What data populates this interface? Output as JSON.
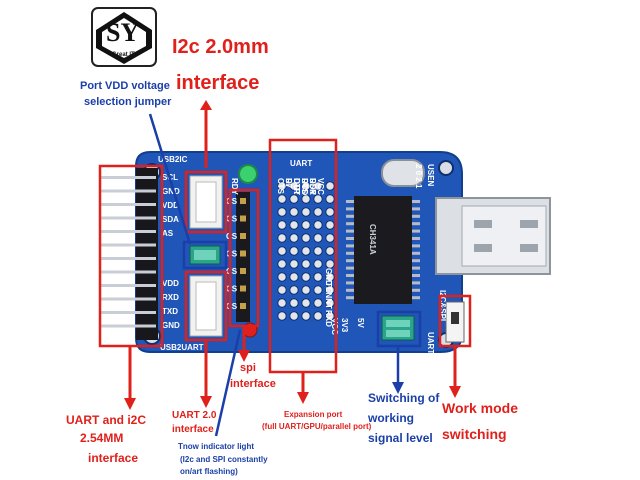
{
  "logo": {
    "mark": "SY",
    "caption": "Great IT"
  },
  "callouts": {
    "i2c_interface_line1": "I2c 2.0mm",
    "i2c_interface_line2": "interface",
    "vdd_jumper_line1": "Port VDD voltage",
    "vdd_jumper_line2": "selection jumper",
    "spi_line1": "spi",
    "spi_line2": "interface",
    "uart_i2c_line1": "UART and i2C",
    "uart_i2c_line2": "2.54MM",
    "uart_i2c_line3": "interface",
    "uart20_line1": "UART 2.0",
    "uart20_line2": "interface",
    "indicator_line1": "Tnow indicator light",
    "indicator_line2": "(I2c and SPI constantly",
    "indicator_line3": "on/art flashing)",
    "expansion_line1": "Expansion port",
    "expansion_line2": "(full UART/GPU/parallel port)",
    "switching_line1": "Switching of",
    "switching_line2": "working",
    "switching_line3": "signal level",
    "workmode_line1": "Work mode",
    "workmode_line2": "switching"
  },
  "board": {
    "label_usb2ic": "USB2IC",
    "label_usb2uart": "USB2UART",
    "label_uart": "UART",
    "label_usen": "USEN",
    "label_year": "2 0 2 1",
    "label_rdy": "RDY",
    "label_chip": "CH341A",
    "label_ic_spi": "I2C&SPI",
    "label_uart_mode": "UART",
    "label_5v": "5V",
    "label_3v3": "3V3",
    "label_vcc": "VCC",
    "left_pins_top": [
      "SCL",
      "GND",
      "VDD",
      "SDA",
      "AS"
    ],
    "left_pins_bottom": [
      "VDD",
      "RXD",
      "TXD",
      "GND"
    ],
    "spi_pins": [
      "CS",
      "CS",
      "CS",
      "CS",
      "CS",
      "CS",
      "CS"
    ],
    "uart_top_labels": [
      "VCC",
      "DSR",
      "DCD",
      "DTR",
      "D7"
    ],
    "uart_mid_labels": [
      "CTS",
      "RI",
      "OUT",
      "RTS",
      "RDY"
    ],
    "uart_bottom_labels": [
      "GND",
      "TEN",
      "INT",
      "RXD"
    ]
  },
  "colors": {
    "callout_red": "#e0201b",
    "callout_blue": "#1a3fa8",
    "pcb_blue": "#1f56b8",
    "jumper_teal": "#2aa58c"
  }
}
